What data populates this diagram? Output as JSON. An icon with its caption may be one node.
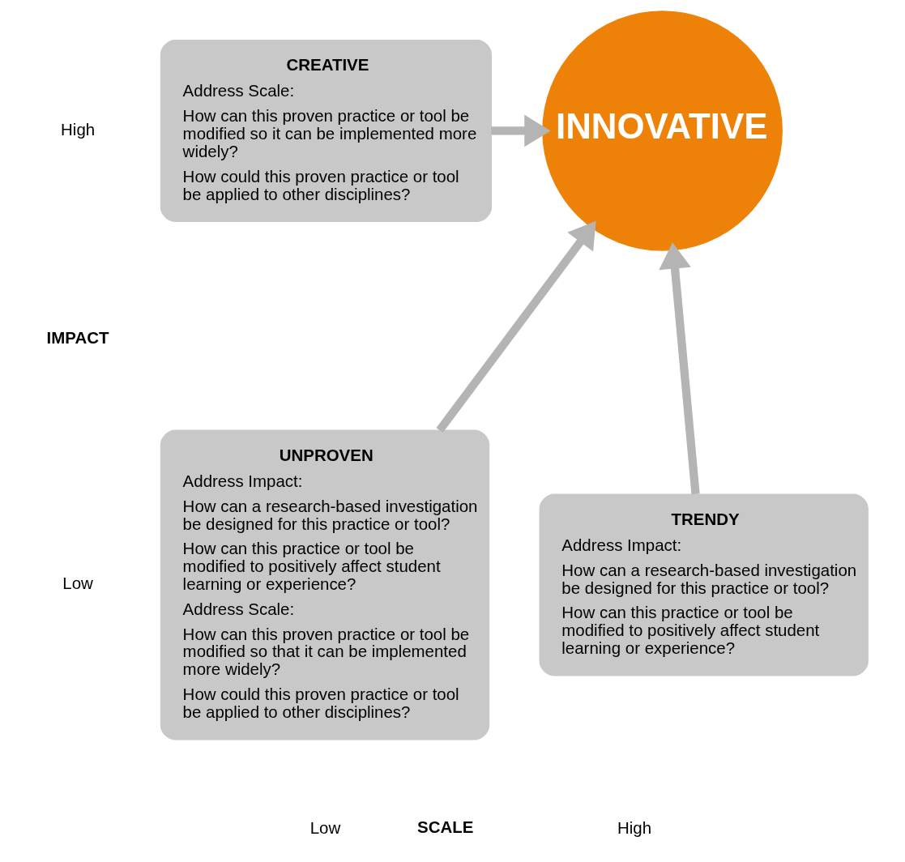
{
  "diagram": {
    "nodes": [
      {
        "text": [
          "CREATIVE",
          "Address Scale:",
          "How can this proven practice or tool be modified so it can be implemented more widely?",
          "How could this proven practice or tool be applied to other disciplines?"
        ]
      },
      {
        "text": [
          "INNOVATIVE"
        ]
      },
      {
        "text": [
          "UNPROVEN",
          "Address Impact:",
          "How can a research-based investigation be designed for this practice or tool?",
          "How can this practice or tool be modified to positively affect student learning or experience?",
          "Address Scale:",
          "How can this proven practice or tool be modified so that it can be implemented more widely?",
          "How could this proven practice or tool be applied to other disciplines?"
        ]
      },
      {
        "text": [
          "TRENDY",
          "Address Impact:",
          "How can a research-based investigation be designed for this practice or tool?",
          "How can this practice or tool be modified to positively affect student learning or experience?"
        ]
      }
    ],
    "edges": [
      {
        "from": 0,
        "to": 1,
        "arrow": "to"
      },
      {
        "from": 2,
        "to": 1,
        "arrow": "to"
      },
      {
        "from": 3,
        "to": 1,
        "arrow": "to"
      }
    ],
    "labels": [
      "High",
      "IMPACT",
      "Low",
      "Low",
      "SCALE",
      "High"
    ]
  }
}
